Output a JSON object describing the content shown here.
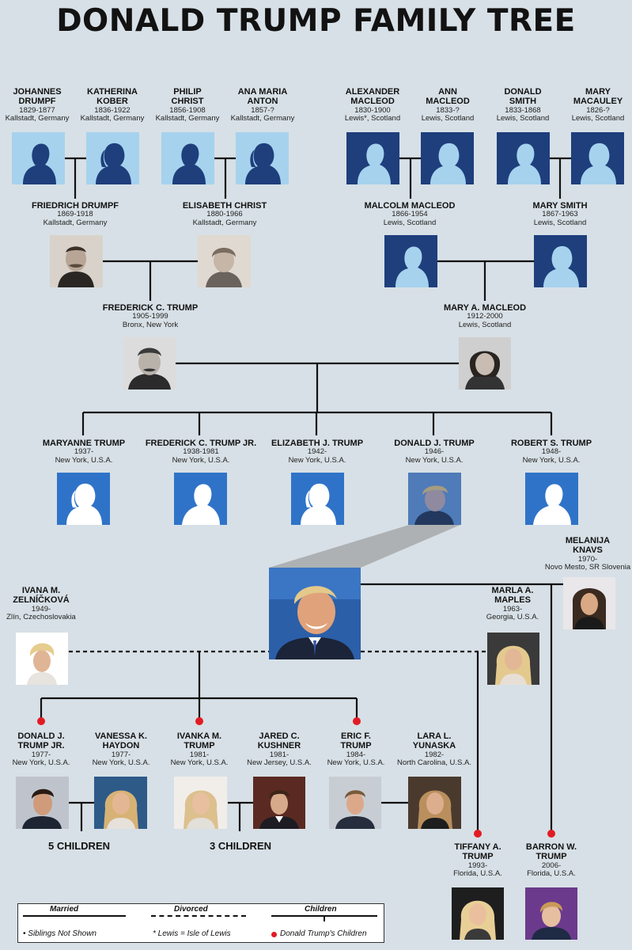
{
  "title": "DONALD TRUMP FAMILY TREE",
  "people": {
    "johannes_drumpf": {
      "name": "JOHANNES\nDRUMPF",
      "years": "1829-1877",
      "place": "Kallstadt, Germany"
    },
    "katherina_kober": {
      "name": "KATHERINA\nKOBER",
      "years": "1836-1922",
      "place": "Kallstadt, Germany"
    },
    "philip_christ": {
      "name": "PHILIP\nCHRIST",
      "years": "1856-1908",
      "place": "Kallstadt, Germany"
    },
    "ana_maria_anton": {
      "name": "ANA MARIA\nANTON",
      "years": "1857-?",
      "place": "Kallstadt, Germany"
    },
    "alexander_macleod": {
      "name": "ALEXANDER\nMACLEOD",
      "years": "1830-1900",
      "place": "Lewis*, Scotland"
    },
    "ann_macleod": {
      "name": "ANN\nMACLEOD",
      "years": "1833-?",
      "place": "Lewis, Scotland"
    },
    "donald_smith": {
      "name": "DONALD\nSMITH",
      "years": "1833-1868",
      "place": "Lewis, Scotland"
    },
    "mary_macauley": {
      "name": "MARY\nMACAULEY",
      "years": "1826-?",
      "place": "Lewis, Scotland"
    },
    "friedrich_drumpf": {
      "name": "FRIEDRICH DRUMPF",
      "years": "1869-1918",
      "place": "Kallstadt, Germany"
    },
    "elisabeth_christ": {
      "name": "ELISABETH CHRIST",
      "years": "1880-1966",
      "place": "Kallstadt, Germany"
    },
    "malcolm_macleod": {
      "name": "MALCOLM MACLEOD",
      "years": "1866-1954",
      "place": "Lewis, Scotland"
    },
    "mary_smith": {
      "name": "MARY SMITH",
      "years": "1867-1963",
      "place": "Lewis, Scotland"
    },
    "frederick_c_trump": {
      "name": "FREDERICK C. TRUMP",
      "years": "1905-1999",
      "place": "Bronx, New York"
    },
    "mary_a_macleod": {
      "name": "MARY A. MACLEOD",
      "years": "1912-2000",
      "place": "Lewis, Scotland"
    },
    "maryanne_trump": {
      "name": "MARYANNE TRUMP",
      "years": "1937-",
      "place": "New York, U.S.A."
    },
    "frederick_c_trump_jr": {
      "name": "FREDERICK C. TRUMP JR.",
      "years": "1938-1981",
      "place": "New York, U.S.A."
    },
    "elizabeth_j_trump": {
      "name": "ELIZABETH J. TRUMP",
      "years": "1942-",
      "place": "New York, U.S.A."
    },
    "donald_j_trump": {
      "name": "DONALD J. TRUMP",
      "years": "1946-",
      "place": "New York, U.S.A."
    },
    "robert_s_trump": {
      "name": "ROBERT S. TRUMP",
      "years": "1948-",
      "place": "New York, U.S.A."
    },
    "melanija_knavs": {
      "name": "MELANIJA\nKNAVS",
      "years": "1970-",
      "place": "Novo Mesto, SR Slovenia"
    },
    "ivana_zelnickova": {
      "name": "IVANA M.\nZELNÍČKOVÁ",
      "years": "1949-",
      "place": "Zlín, Czechoslovakia"
    },
    "marla_maples": {
      "name": "MARLA A.\nMAPLES",
      "years": "1963-",
      "place": "Georgia, U.S.A."
    },
    "donald_j_trump_jr": {
      "name": "DONALD J.\nTRUMP JR.",
      "years": "1977-",
      "place": "New York, U.S.A."
    },
    "vanessa_haydon": {
      "name": "VANESSA K.\nHAYDON",
      "years": "1977-",
      "place": "New York, U.S.A."
    },
    "ivanka_trump": {
      "name": "IVANKA M.\nTRUMP",
      "years": "1981-",
      "place": "New York, U.S.A."
    },
    "jared_kushner": {
      "name": "JARED C.\nKUSHNER",
      "years": "1981-",
      "place": "New Jersey, U.S.A."
    },
    "eric_trump": {
      "name": "ERIC F.\nTRUMP",
      "years": "1984-",
      "place": "New York, U.S.A."
    },
    "lara_yunaska": {
      "name": "LARA L.\nYUNASKA",
      "years": "1982-",
      "place": "North Carolina, U.S.A."
    },
    "tiffany_trump": {
      "name": "TIFFANY A.\nTRUMP",
      "years": "1993-",
      "place": "Florida, U.S.A."
    },
    "barron_trump": {
      "name": "BARRON W.\nTRUMP",
      "years": "2006-",
      "place": "Florida, U.S.A."
    }
  },
  "children_counts": {
    "donald_jr_vanessa": "5 CHILDREN",
    "ivanka_jared": "3 CHILDREN"
  },
  "legend": {
    "married": "Married",
    "divorced": "Divorced",
    "children": "Children",
    "siblings_note": "• Siblings Not Shown",
    "lewis_note": "* Lewis = Isle of Lewis",
    "trump_children_note": "Donald Trump's Children"
  },
  "colors": {
    "background": "#d7e0e6",
    "silhouette_light": "#a6d2ee",
    "silhouette_navy": "#1e3f7c",
    "silhouette_blue": "#2f73c8",
    "trump_children_dot": "#e21b23"
  }
}
